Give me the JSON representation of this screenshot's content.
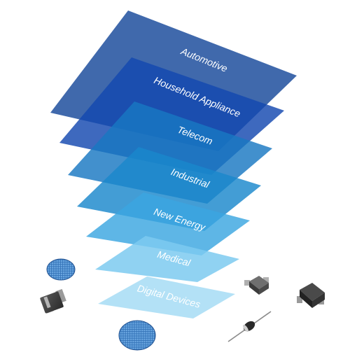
{
  "diagram": {
    "layers": [
      {
        "label": "Automotive",
        "color": "#1f4f9e"
      },
      {
        "label": "Household Appliance",
        "color": "#1448b0"
      },
      {
        "label": "Telecom",
        "color": "#1877c2"
      },
      {
        "label": "Industrial",
        "color": "#1a87cc"
      },
      {
        "label": "New Energy",
        "color": "#3aa6e0"
      },
      {
        "label": "Medical",
        "color": "#7ccaf0"
      },
      {
        "label": "Digital Devices",
        "color": "#a9ddf5"
      }
    ],
    "components": [
      {
        "name": "silicon-wafer-icon"
      },
      {
        "name": "smd-diode-icon"
      },
      {
        "name": "silicon-wafer-icon"
      },
      {
        "name": "smd-chip-icon"
      },
      {
        "name": "smd-package-icon"
      },
      {
        "name": "axial-diode-icon"
      }
    ]
  }
}
